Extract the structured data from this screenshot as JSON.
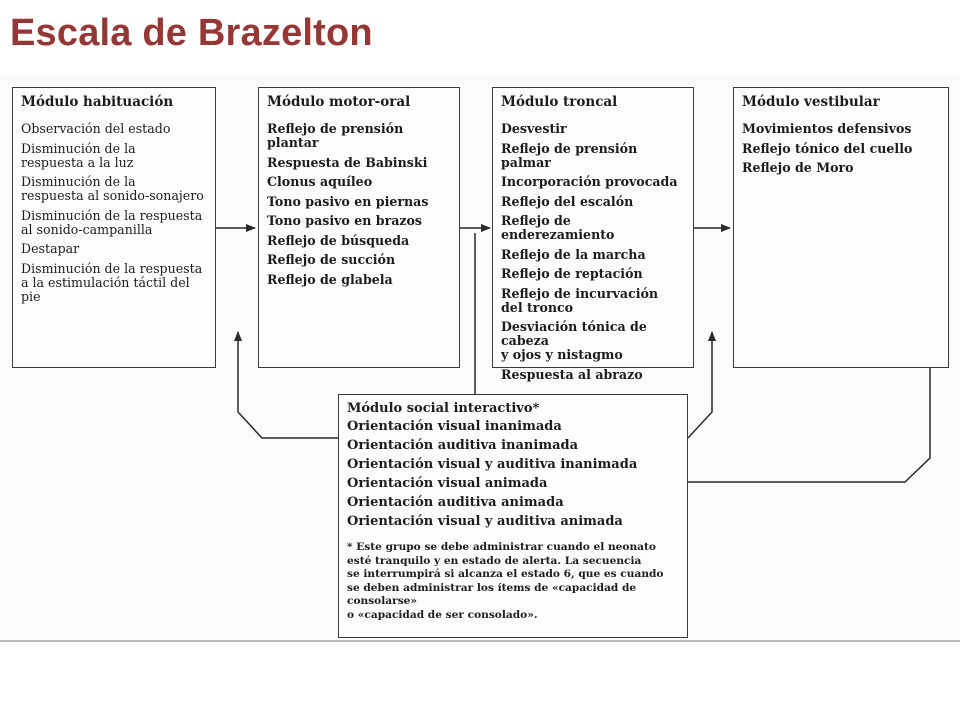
{
  "title": "Escala de Brazelton",
  "modules": {
    "habituacion": {
      "header": "Módulo habituación",
      "items": [
        "Observación del estado",
        "Disminución de la\nrespuesta a la luz",
        "Disminución de la\nrespuesta al sonido-sonajero",
        "Disminución de la respuesta\nal sonido-campanilla",
        "Destapar",
        "Disminución de la respuesta\na la estimulación táctil del pie"
      ]
    },
    "motor_oral": {
      "header": "Módulo motor-oral",
      "items": [
        "Reflejo de prensión plantar",
        "Respuesta de Babinski",
        "Clonus aquíleo",
        "Tono pasivo en piernas",
        "Tono pasivo en brazos",
        "Reflejo de búsqueda",
        "Reflejo de succión",
        "Reflejo de glabela"
      ]
    },
    "troncal": {
      "header": "Módulo troncal",
      "items": [
        "Desvestir",
        "Reflejo de prensión palmar",
        "Incorporación provocada",
        "Reflejo del escalón",
        "Reflejo de enderezamiento",
        "Reflejo de la marcha",
        "Reflejo de reptación",
        "Reflejo de incurvación\ndel tronco",
        "Desviación tónica de cabeza\ny ojos y nistagmo",
        "Respuesta al abrazo"
      ]
    },
    "vestibular": {
      "header": "Módulo vestibular",
      "items": [
        "Movimientos defensivos",
        "Reflejo tónico del cuello",
        "Reflejo de Moro"
      ]
    },
    "social": {
      "header": "Módulo social interactivo*",
      "items": [
        "Orientación visual inanimada",
        "Orientación auditiva inanimada",
        "Orientación visual y auditiva inanimada",
        "Orientación visual animada",
        "Orientación auditiva animada",
        "Orientación visual y auditiva animada"
      ],
      "note": "* Este grupo se debe administrar cuando el neonato\nesté tranquilo y en estado de alerta. La secuencia\nse interrumpirá si alcanza el estado 6, que es cuando\nse deben administrar los ítems de «capacidad de consolarse»\no «capacidad de ser consolado»."
    }
  }
}
